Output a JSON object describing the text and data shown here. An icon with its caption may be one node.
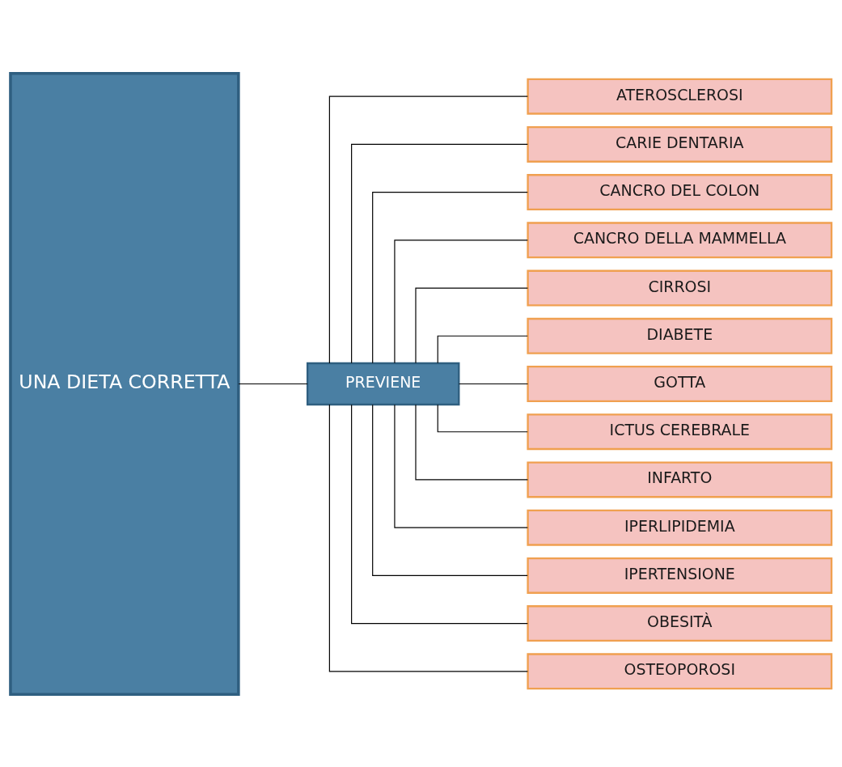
{
  "diagram": {
    "nodes": [
      {
        "text": [
          "UNA DIETA CORRETTA"
        ]
      },
      {
        "text": [
          "PREVIENE"
        ]
      },
      {
        "text": [
          "ATEROSCLEROSI"
        ]
      },
      {
        "text": [
          "CARIE DENTARIA"
        ]
      },
      {
        "text": [
          "CANCRO DEL COLON"
        ]
      },
      {
        "text": [
          "CANCRO DELLA MAMMELLA"
        ]
      },
      {
        "text": [
          "CIRROSI"
        ]
      },
      {
        "text": [
          "DIABETE"
        ]
      },
      {
        "text": [
          "GOTTA"
        ]
      },
      {
        "text": [
          "ICTUS CEREBRALE"
        ]
      },
      {
        "text": [
          "INFARTO"
        ]
      },
      {
        "text": [
          "IPERLIPIDEMIA"
        ]
      },
      {
        "text": [
          "IPERTENSIONE"
        ]
      },
      {
        "text": [
          "OBESITÀ"
        ]
      },
      {
        "text": [
          "OSTEOPOROSI"
        ]
      }
    ],
    "edges": [
      {
        "from": 0,
        "to": 1,
        "arrow": "none"
      },
      {
        "from": 1,
        "to": 2,
        "arrow": "none"
      },
      {
        "from": 1,
        "to": 3,
        "arrow": "none"
      },
      {
        "from": 1,
        "to": 4,
        "arrow": "none"
      },
      {
        "from": 1,
        "to": 5,
        "arrow": "none"
      },
      {
        "from": 1,
        "to": 6,
        "arrow": "none"
      },
      {
        "from": 1,
        "to": 7,
        "arrow": "none"
      },
      {
        "from": 1,
        "to": 8,
        "arrow": "none"
      },
      {
        "from": 1,
        "to": 9,
        "arrow": "none"
      },
      {
        "from": 1,
        "to": 10,
        "arrow": "none"
      },
      {
        "from": 1,
        "to": 11,
        "arrow": "none"
      },
      {
        "from": 1,
        "to": 12,
        "arrow": "none"
      },
      {
        "from": 1,
        "to": 13,
        "arrow": "none"
      },
      {
        "from": 1,
        "to": 14,
        "arrow": "none"
      }
    ]
  }
}
